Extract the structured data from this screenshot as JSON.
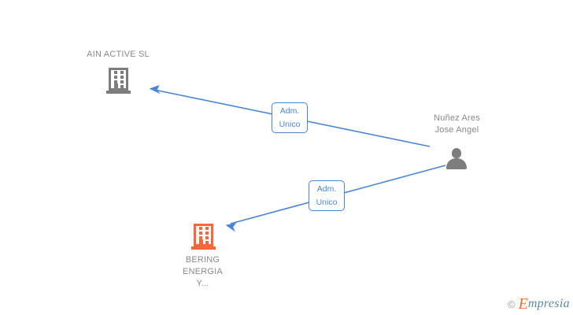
{
  "diagram": {
    "type": "org-relationship-graph",
    "background": "#ffffff",
    "edge_color": "#4a86d6",
    "company_color": "#7d7d7d",
    "highlight_color": "#f9663a",
    "person_color": "#7d7d7d",
    "label_text_color": "#888888"
  },
  "nodes": [
    {
      "id": "ain-active",
      "kind": "company",
      "icon": "building-icon",
      "label": "AIN ACTIVE SL",
      "color": "#7d7d7d"
    },
    {
      "id": "nunez-ares",
      "kind": "person",
      "icon": "person-icon",
      "label": "Nuñez Ares\nJose Angel",
      "color": "#7d7d7d"
    },
    {
      "id": "bering-energia",
      "kind": "company",
      "icon": "building-icon",
      "label": "BERING\nENERGIA\nY...",
      "color": "#f9663a"
    }
  ],
  "edges": [
    {
      "id": "edge-nunez-to-ain",
      "from": "nunez-ares",
      "to": "ain-active",
      "relation_line1": "Adm.",
      "relation_line2": "Unico",
      "color": "#4a86d6"
    },
    {
      "id": "edge-nunez-to-bering",
      "from": "nunez-ares",
      "to": "bering-energia",
      "relation_line1": "Adm.",
      "relation_line2": "Unico",
      "color": "#4a86d6"
    }
  ],
  "watermark": {
    "copyright": "©",
    "brand_initial": "E",
    "brand_rest": "mpresia"
  }
}
